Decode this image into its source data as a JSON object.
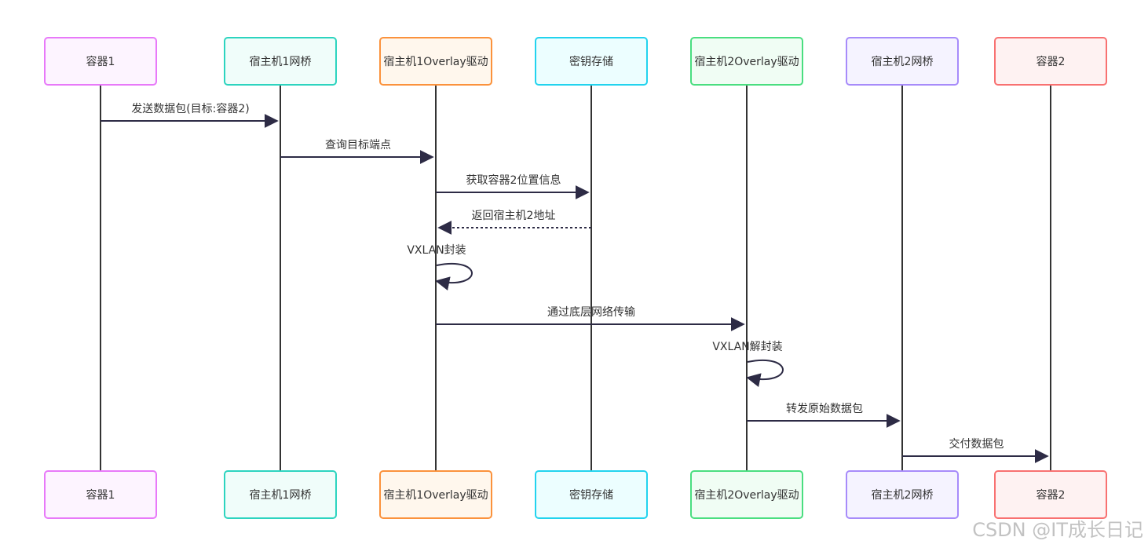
{
  "participants": [
    {
      "id": "c1",
      "label": "容器1",
      "border": "#e879f9",
      "fill": "#fdf4ff"
    },
    {
      "id": "b1",
      "label": "宿主机1网桥",
      "border": "#2dd4bf",
      "fill": "#f0fdfa"
    },
    {
      "id": "o1",
      "label": "宿主机1Overlay驱动",
      "border": "#fb923c",
      "fill": "#fff7ed"
    },
    {
      "id": "kv",
      "label": "密钥存储",
      "border": "#22d3ee",
      "fill": "#ecfeff"
    },
    {
      "id": "o2",
      "label": "宿主机2Overlay驱动",
      "border": "#4ade80",
      "fill": "#f0fdf4"
    },
    {
      "id": "b2",
      "label": "宿主机2网桥",
      "border": "#a78bfa",
      "fill": "#f5f3ff"
    },
    {
      "id": "c2",
      "label": "容器2",
      "border": "#f87171",
      "fill": "#fef2f2"
    }
  ],
  "messages": [
    {
      "from": 0,
      "to": 1,
      "label": "发送数据包(目标:容器2)",
      "style": "solid"
    },
    {
      "from": 1,
      "to": 2,
      "label": "查询目标端点",
      "style": "solid"
    },
    {
      "from": 2,
      "to": 3,
      "label": "获取容器2位置信息",
      "style": "solid"
    },
    {
      "from": 3,
      "to": 2,
      "label": "返回宿主机2地址",
      "style": "dashed"
    },
    {
      "from": 2,
      "to": 2,
      "label": "VXLAN封装",
      "style": "self"
    },
    {
      "from": 2,
      "to": 4,
      "label": "通过底层网络传输",
      "style": "solid"
    },
    {
      "from": 4,
      "to": 4,
      "label": "VXLAN解封装",
      "style": "self"
    },
    {
      "from": 4,
      "to": 5,
      "label": "转发原始数据包",
      "style": "solid"
    },
    {
      "from": 5,
      "to": 6,
      "label": "交付数据包",
      "style": "solid"
    }
  ],
  "colors": {
    "line": "#333333",
    "arrow": "#2d2b45",
    "text": "#333333"
  },
  "watermark": "CSDN @IT成长日记"
}
